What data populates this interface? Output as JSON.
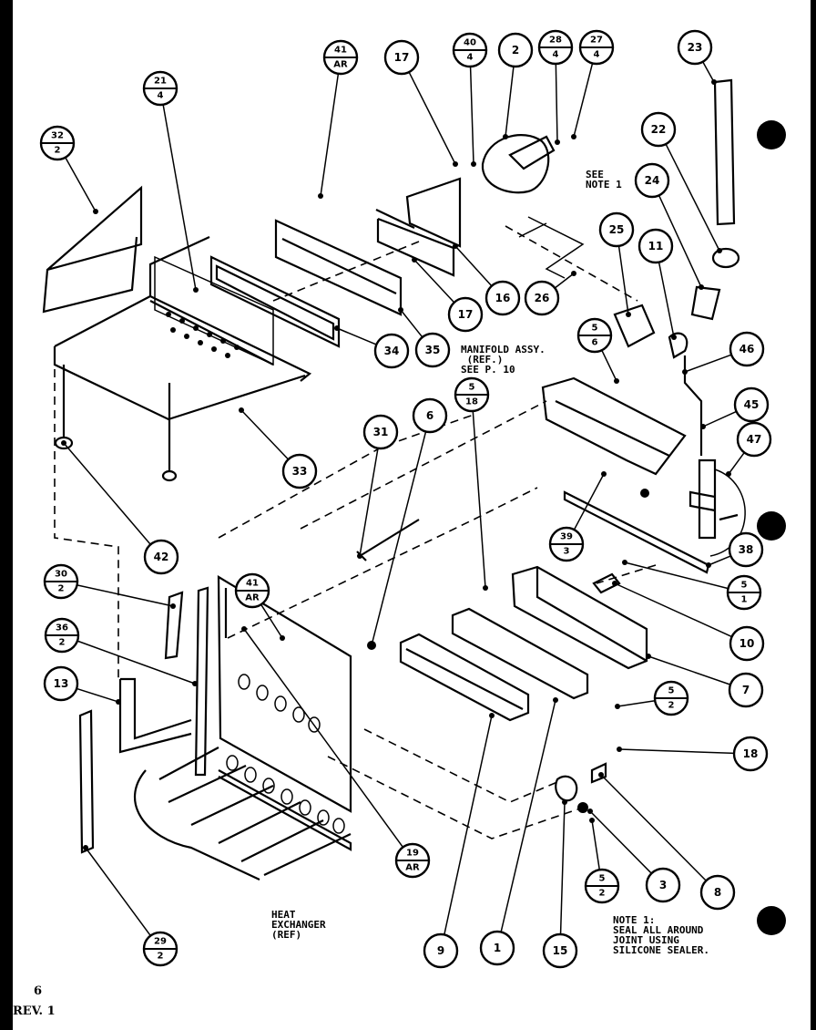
{
  "callouts": [
    {
      "num": "32",
      "den": "2"
    },
    {
      "num": "21",
      "den": "4"
    },
    {
      "num": "41",
      "den": "AR"
    },
    {
      "num": "17"
    },
    {
      "num": "40",
      "den": "4"
    },
    {
      "num": "2"
    },
    {
      "num": "28",
      "den": "4"
    },
    {
      "num": "27",
      "den": "4"
    },
    {
      "num": "23"
    },
    {
      "num": "22"
    },
    {
      "num": "24"
    },
    {
      "num": "25"
    },
    {
      "num": "11"
    },
    {
      "num": "16"
    },
    {
      "num": "26"
    },
    {
      "num": "17"
    },
    {
      "num": "35"
    },
    {
      "num": "34"
    },
    {
      "num": "33"
    },
    {
      "num": "42"
    },
    {
      "num": "31"
    },
    {
      "num": "6"
    },
    {
      "num": "5",
      "den": "18"
    },
    {
      "num": "5",
      "den": "6"
    },
    {
      "num": "46"
    },
    {
      "num": "45"
    },
    {
      "num": "47"
    },
    {
      "num": "39",
      "den": "3"
    },
    {
      "num": "38"
    },
    {
      "num": "5",
      "den": "1"
    },
    {
      "num": "10"
    },
    {
      "num": "7"
    },
    {
      "num": "5",
      "den": "2"
    },
    {
      "num": "18"
    },
    {
      "num": "8"
    },
    {
      "num": "3"
    },
    {
      "num": "5",
      "den": "2"
    },
    {
      "num": "15"
    },
    {
      "num": "1"
    },
    {
      "num": "9"
    },
    {
      "num": "19",
      "den": "AR"
    },
    {
      "num": "29",
      "den": "2"
    },
    {
      "num": "30",
      "den": "2"
    },
    {
      "num": "36",
      "den": "2"
    },
    {
      "num": "13"
    },
    {
      "num": "41",
      "den": "AR"
    }
  ],
  "labels": {
    "see_note": "SEE\nNOTE 1",
    "manifold": "MANIFOLD ASSY.\n (REF.)\nSEE P. 10",
    "heat_exchanger": "HEAT\nEXCHANGER\n(REF)",
    "note": "NOTE 1:\nSEAL ALL AROUND\nJOINT USING\nSILICONE SEALER."
  },
  "footer": {
    "page_number": "6",
    "revision": "REV. 1"
  }
}
